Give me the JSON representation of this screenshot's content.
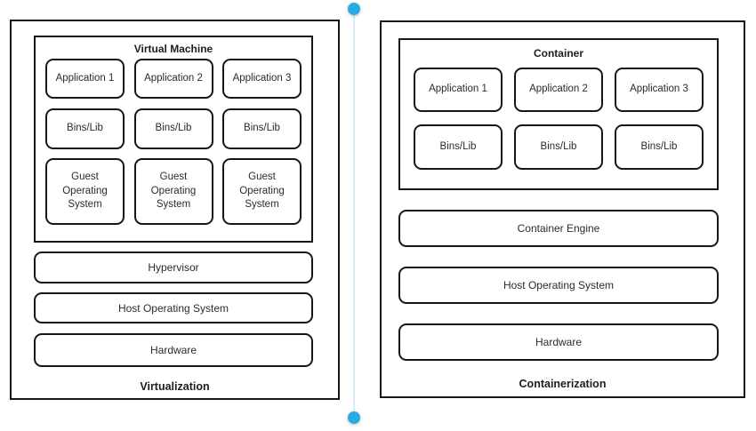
{
  "divider": {
    "dot_color": "#29abe2",
    "line_color": "#d9edf8"
  },
  "left_panel": {
    "caption": "Virtualization",
    "vm": {
      "title": "Virtual Machine",
      "apps": [
        "Application 1",
        "Application 2",
        "Application 3"
      ],
      "bins": [
        "Bins/Lib",
        "Bins/Lib",
        "Bins/Lib"
      ],
      "guests": [
        "Guest\nOperating\nSystem",
        "Guest\nOperating\nSystem",
        "Guest\nOperating\nSystem"
      ]
    },
    "layers": [
      "Hypervisor",
      "Host Operating System",
      "Hardware"
    ]
  },
  "right_panel": {
    "caption": "Containerization",
    "container": {
      "title": "Container",
      "apps": [
        "Application 1",
        "Application 2",
        "Application 3"
      ],
      "bins": [
        "Bins/Lib",
        "Bins/Lib",
        "Bins/Lib"
      ]
    },
    "layers": [
      "Container Engine",
      "Host Operating System",
      "Hardware"
    ]
  }
}
